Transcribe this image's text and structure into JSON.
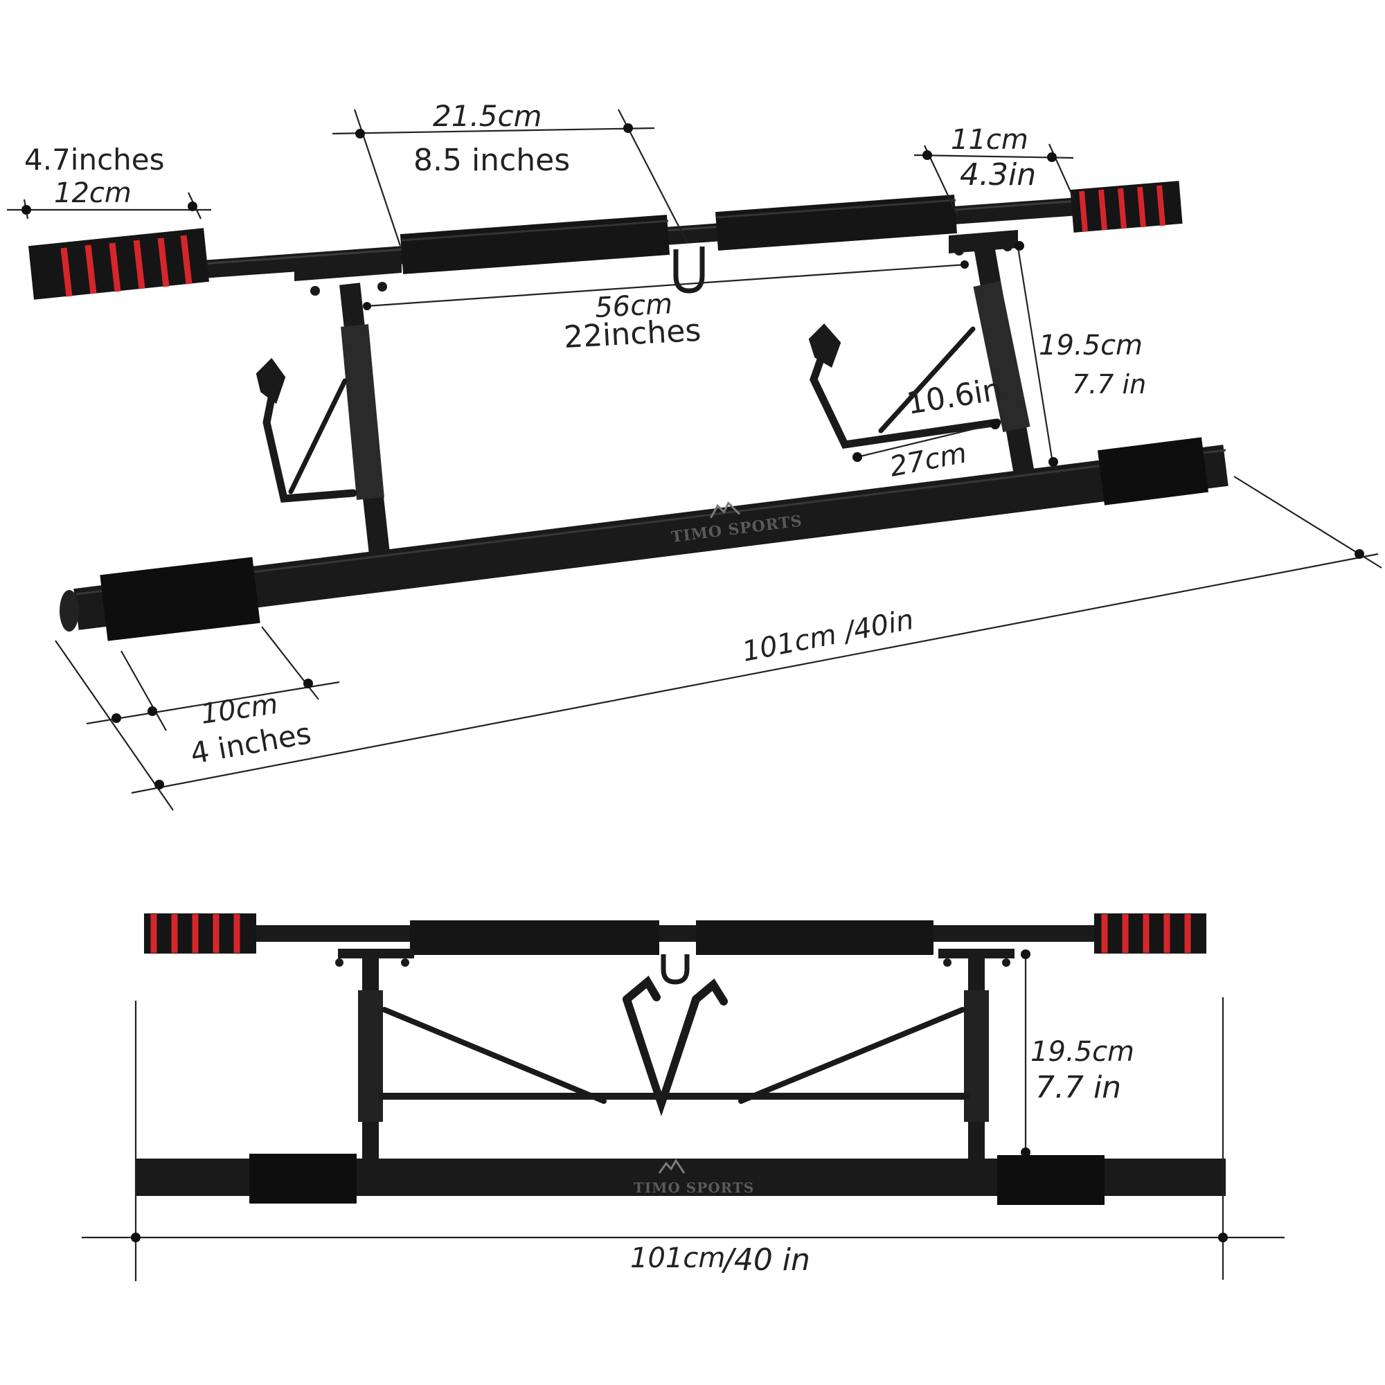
{
  "colors": {
    "frame": "#1a1a1a",
    "frame_edge": "#2c2c2c",
    "grip_foam": "#151515",
    "grip_stripe": "#d5262b",
    "dimension_line": "#222222",
    "background": "#ffffff"
  },
  "brand": {
    "logo_text": "TIMO SPORTS"
  },
  "top_view": {
    "grip_length": {
      "in": "4.7inches",
      "cm": "12cm"
    },
    "center_pad": {
      "cm": "21.5cm",
      "in": "8.5 inches"
    },
    "grip_gap": {
      "cm": "11cm",
      "in": "4.3in"
    },
    "bracket_span": {
      "cm": "56cm",
      "in": "22inches"
    },
    "height": {
      "cm": "19.5cm",
      "in": "7.7 in"
    },
    "arm_depth": {
      "in": "10.6in",
      "cm": "27cm"
    },
    "total_length": "101cm /40in",
    "end_pad": {
      "cm": "10cm",
      "in": "4 inches"
    }
  },
  "front_view": {
    "height": {
      "cm": "19.5cm",
      "in": "7.7 in"
    },
    "total_length": {
      "cm": "101cm",
      "in": "/40 in"
    }
  }
}
